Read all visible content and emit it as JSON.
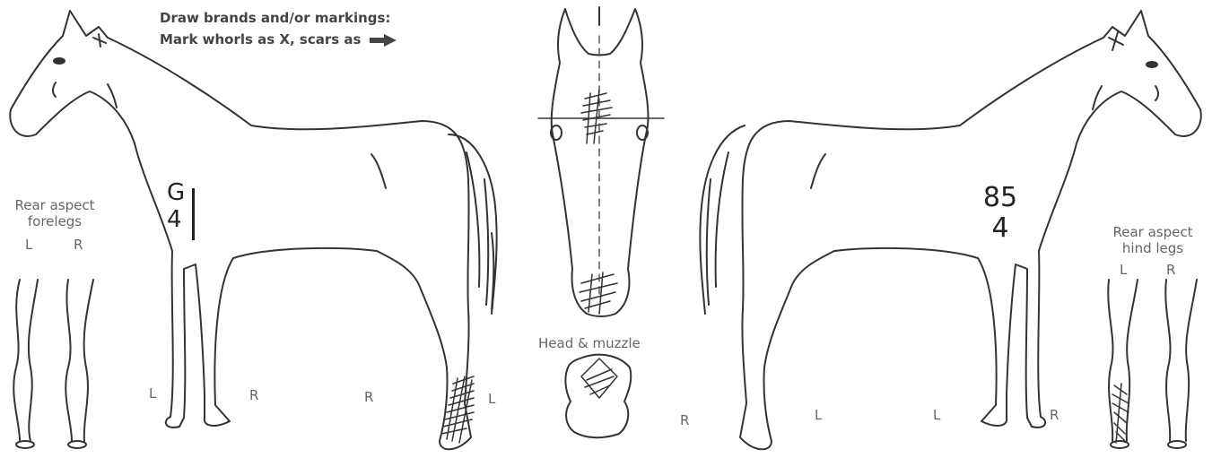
{
  "instructions": {
    "line1": "Draw brands and/or markings:",
    "line2": "Mark whorls as X, scars as"
  },
  "labels": {
    "rear_fore_title": "Rear aspect",
    "rear_fore_sub": "forelegs",
    "rear_fore_l": "L",
    "rear_fore_r": "R",
    "rear_hind_title": "Rear aspect",
    "rear_hind_sub": "hind legs",
    "rear_hind_l": "L",
    "rear_hind_r": "R",
    "head_muzzle": "Head & muzzle",
    "left_side_l_fore": "L",
    "left_side_r_fore": "R",
    "left_side_r_hind": "R",
    "left_side_l_hind": "L",
    "right_side_r_hind": "R",
    "right_side_l_hind": "L",
    "right_side_l_fore": "L",
    "right_side_r_fore": "R"
  },
  "handwriting": {
    "left_brand_top": "G",
    "left_brand_bottom": "4",
    "right_brand_top": "85",
    "right_brand_bottom": "4"
  },
  "colors": {
    "line": "#333333",
    "label": "#666666"
  }
}
